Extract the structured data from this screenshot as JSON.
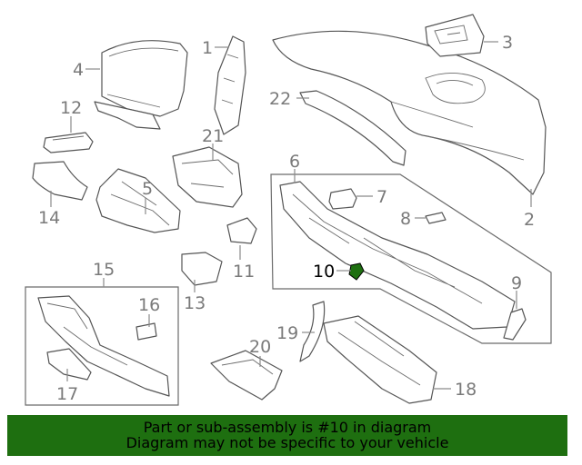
{
  "diagram": {
    "callouts": {
      "c1": "1",
      "c2": "2",
      "c3": "3",
      "c4": "4",
      "c5": "5",
      "c6": "6",
      "c7": "7",
      "c8": "8",
      "c9": "9",
      "c10": "10",
      "c11": "11",
      "c12": "12",
      "c13": "13",
      "c14": "14",
      "c15": "15",
      "c16": "16",
      "c17": "17",
      "c18": "18",
      "c19": "19",
      "c20": "20",
      "c21": "21",
      "c22": "22"
    },
    "highlight_color": "#1e6f10",
    "highlighted_part": "10"
  },
  "banner": {
    "line1": "Part or sub-assembly is #10 in diagram",
    "line2": "Diagram may not be specific to your vehicle",
    "color": "#1e6f10"
  }
}
